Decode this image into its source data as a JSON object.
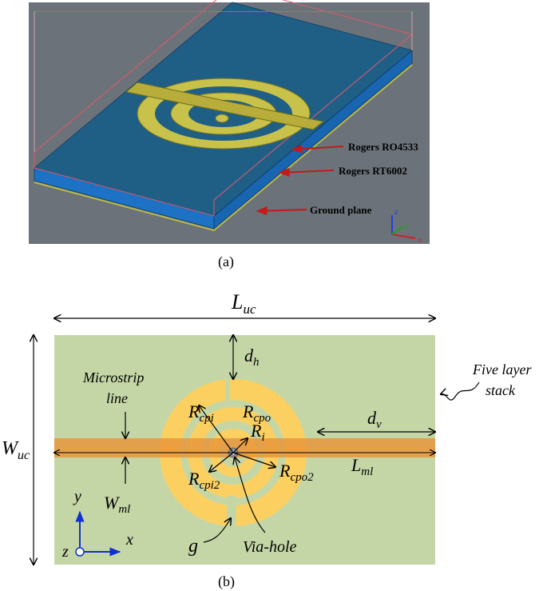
{
  "panel_a": {
    "caption": "(a)",
    "labels": {
      "ro4533": "Rogers RO4533",
      "rt6002": "Rogers RT6002",
      "ground": "Ground plane"
    },
    "axes": {
      "z": "z",
      "y": "y",
      "x": "x"
    },
    "colors": {
      "background": "#6b7279",
      "substrate_top": "#1f5f86",
      "substrate_side": "#1d72c6",
      "metal": "#c8c24a",
      "arrow": "#c41a1a"
    }
  },
  "panel_b": {
    "caption": "(b)",
    "dimensions": {
      "L_uc": {
        "main": "L",
        "sub": "uc"
      },
      "W_uc": {
        "main": "W",
        "sub": "uc"
      },
      "d_h": {
        "main": "d",
        "sub": "h"
      },
      "d_v": {
        "main": "d",
        "sub": "v"
      },
      "L_ml": {
        "main": "L",
        "sub": "ml"
      },
      "W_ml": {
        "main": "W",
        "sub": "ml"
      },
      "R_cpi": {
        "main": "R",
        "sub": "cpi"
      },
      "R_cpo": {
        "main": "R",
        "sub": "cpo"
      },
      "R_i": {
        "main": "R",
        "sub": "i"
      },
      "R_cpi2": {
        "main": "R",
        "sub": "cpi2"
      },
      "R_cpo2": {
        "main": "R",
        "sub": "cpo2"
      },
      "g": "g"
    },
    "labels": {
      "microstrip_line1": "Microstrip",
      "microstrip_line2": "line",
      "five_layer1": "Five layer",
      "five_layer2": "stack",
      "via_hole": "Via-hole"
    },
    "axes": {
      "y": "y",
      "x": "x",
      "z": "z"
    },
    "colors": {
      "substrate": "#c5d6a6",
      "microstrip": "#e8963c",
      "ring": "#fcd060",
      "axis": "#1030d0"
    }
  }
}
